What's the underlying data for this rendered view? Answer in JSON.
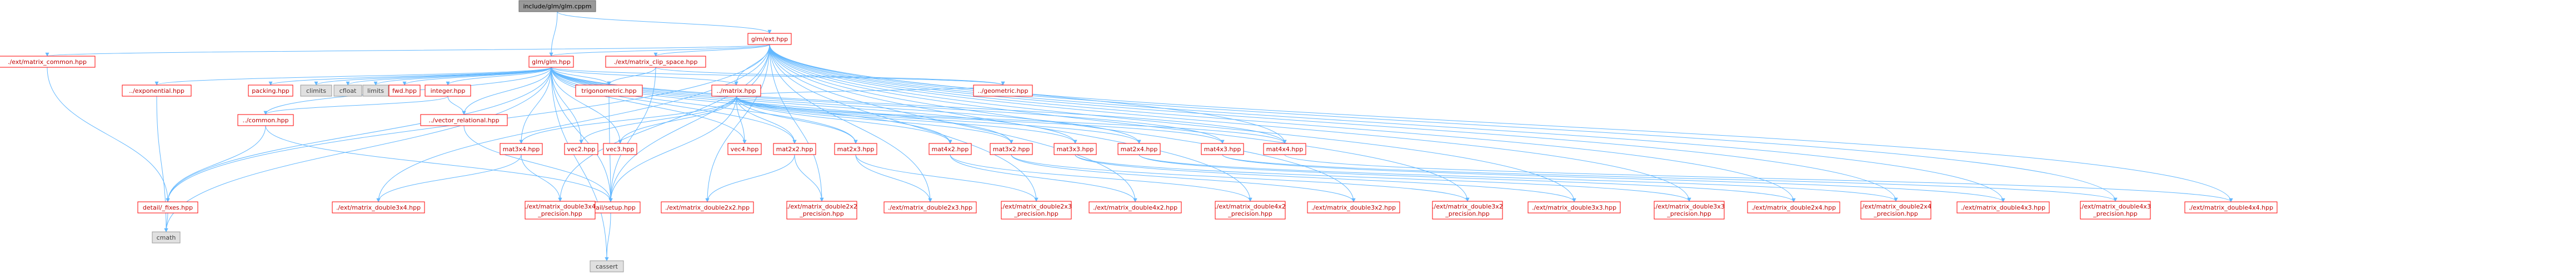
{
  "colors": {
    "edge": "#63b8ff",
    "node_fill": "#ffffff",
    "node_stroke_project": "#ff0000",
    "node_stroke_system": "#999999",
    "system_fill": "#e0e0e0",
    "root_fill": "#999999",
    "text_project": "#bf0000",
    "text_system": "#404040",
    "text_root": "#000000"
  },
  "nodes": [
    {
      "id": "root",
      "label": "include/glm/glm.cppm",
      "kind": "root"
    },
    {
      "id": "glmext",
      "label": "glm/ext.hpp",
      "kind": "project"
    },
    {
      "id": "glmglm",
      "label": "glm/glm.hpp",
      "kind": "project"
    },
    {
      "id": "emc",
      "label": "./ext/matrix_common.hpp",
      "kind": "project"
    },
    {
      "id": "emcs",
      "label": "./ext/matrix_clip_space.hpp",
      "kind": "project"
    },
    {
      "id": "exp",
      "label": "../exponential.hpp",
      "kind": "project"
    },
    {
      "id": "packing",
      "label": "packing.hpp",
      "kind": "project"
    },
    {
      "id": "climits",
      "label": "climits",
      "kind": "system"
    },
    {
      "id": "cfloat",
      "label": "cfloat",
      "kind": "system"
    },
    {
      "id": "limits",
      "label": "limits",
      "kind": "system"
    },
    {
      "id": "fwd",
      "label": "fwd.hpp",
      "kind": "project"
    },
    {
      "id": "integer",
      "label": "integer.hpp",
      "kind": "project"
    },
    {
      "id": "trig",
      "label": "trigonometric.hpp",
      "kind": "project"
    },
    {
      "id": "matrix",
      "label": "../matrix.hpp",
      "kind": "project"
    },
    {
      "id": "geometric",
      "label": "../geometric.hpp",
      "kind": "project"
    },
    {
      "id": "common",
      "label": "../common.hpp",
      "kind": "project"
    },
    {
      "id": "vecrel",
      "label": "../vector_relational.hpp",
      "kind": "project"
    },
    {
      "id": "mat3x4",
      "label": "mat3x4.hpp",
      "kind": "project"
    },
    {
      "id": "vec2",
      "label": "vec2.hpp",
      "kind": "project"
    },
    {
      "id": "vec3",
      "label": "vec3.hpp",
      "kind": "project"
    },
    {
      "id": "vec4",
      "label": "vec4.hpp",
      "kind": "project"
    },
    {
      "id": "mat2x2",
      "label": "mat2x2.hpp",
      "kind": "project"
    },
    {
      "id": "mat2x3",
      "label": "mat2x3.hpp",
      "kind": "project"
    },
    {
      "id": "mat4x2",
      "label": "mat4x2.hpp",
      "kind": "project"
    },
    {
      "id": "mat3x2",
      "label": "mat3x2.hpp",
      "kind": "project"
    },
    {
      "id": "mat3x3",
      "label": "mat3x3.hpp",
      "kind": "project"
    },
    {
      "id": "mat2x4",
      "label": "mat2x4.hpp",
      "kind": "project"
    },
    {
      "id": "mat4x3",
      "label": "mat4x3.hpp",
      "kind": "project"
    },
    {
      "id": "mat4x4",
      "label": "mat4x4.hpp",
      "kind": "project"
    },
    {
      "id": "fixes",
      "label": "detail/_fixes.hpp",
      "kind": "project"
    },
    {
      "id": "setup",
      "label": "detail/setup.hpp",
      "kind": "project"
    },
    {
      "id": "cmath",
      "label": "cmath",
      "kind": "system"
    },
    {
      "id": "cassert",
      "label": "cassert",
      "kind": "system"
    },
    {
      "id": "emd3x4",
      "label": "./ext/matrix_double3x4.hpp",
      "kind": "project"
    },
    {
      "id": "emd3x4p",
      "label": "./ext/matrix_double3x4_precision.hpp",
      "kind": "project"
    },
    {
      "id": "emd2x2",
      "label": "./ext/matrix_double2x2.hpp",
      "kind": "project"
    },
    {
      "id": "emd2x2p",
      "label": "./ext/matrix_double2x2_precision.hpp",
      "kind": "project"
    },
    {
      "id": "emd2x3",
      "label": "./ext/matrix_double2x3.hpp",
      "kind": "project"
    },
    {
      "id": "emd2x3p",
      "label": "./ext/matrix_double2x3_precision.hpp",
      "kind": "project"
    },
    {
      "id": "emd4x2",
      "label": "./ext/matrix_double4x2.hpp",
      "kind": "project"
    },
    {
      "id": "emd4x2p",
      "label": "./ext/matrix_double4x2_precision.hpp",
      "kind": "project"
    },
    {
      "id": "emd3x2",
      "label": "./ext/matrix_double3x2.hpp",
      "kind": "project"
    },
    {
      "id": "emd3x2p",
      "label": "./ext/matrix_double3x2_precision.hpp",
      "kind": "project"
    },
    {
      "id": "emd3x3",
      "label": "./ext/matrix_double3x3.hpp",
      "kind": "project"
    },
    {
      "id": "emd3x3p",
      "label": "./ext/matrix_double3x3_precision.hpp",
      "kind": "project"
    },
    {
      "id": "emd2x4",
      "label": "./ext/matrix_double2x4.hpp",
      "kind": "project"
    },
    {
      "id": "emd2x4p",
      "label": "./ext/matrix_double2x4_precision.hpp",
      "kind": "project"
    },
    {
      "id": "emd4x3",
      "label": "./ext/matrix_double4x3.hpp",
      "kind": "project"
    },
    {
      "id": "emd4x3p",
      "label": "./ext/matrix_double4x3_precision.hpp",
      "kind": "project"
    },
    {
      "id": "emd4x4",
      "label": "./ext/matrix_double4x4.hpp",
      "kind": "project"
    }
  ],
  "edges": [
    [
      "root",
      "glmext"
    ],
    [
      "root",
      "glmglm"
    ],
    [
      "glmext",
      "glmglm"
    ],
    [
      "glmext",
      "emc"
    ],
    [
      "glmext",
      "emcs"
    ],
    [
      "glmext",
      "matrix"
    ],
    [
      "glmext",
      "setup"
    ],
    [
      "glmext",
      "emd2x2"
    ],
    [
      "glmext",
      "emd2x2p"
    ],
    [
      "glmext",
      "emd2x3"
    ],
    [
      "glmext",
      "emd2x3p"
    ],
    [
      "glmext",
      "emd4x2"
    ],
    [
      "glmext",
      "emd4x2p"
    ],
    [
      "glmext",
      "emd3x2"
    ],
    [
      "glmext",
      "emd3x2p"
    ],
    [
      "glmext",
      "emd3x3"
    ],
    [
      "glmext",
      "emd3x3p"
    ],
    [
      "glmext",
      "emd2x4"
    ],
    [
      "glmext",
      "emd2x4p"
    ],
    [
      "glmext",
      "emd4x3"
    ],
    [
      "glmext",
      "emd4x3p"
    ],
    [
      "glmext",
      "emd4x4"
    ],
    [
      "glmext",
      "emd3x4"
    ],
    [
      "glmext",
      "emd3x4p"
    ],
    [
      "glmext",
      "mat4x4"
    ],
    [
      "glmext",
      "fixes"
    ],
    [
      "glmglm",
      "fixes"
    ],
    [
      "glmglm",
      "setup"
    ],
    [
      "glmglm",
      "cmath"
    ],
    [
      "glmglm",
      "climits"
    ],
    [
      "glmglm",
      "cfloat"
    ],
    [
      "glmglm",
      "limits"
    ],
    [
      "glmglm",
      "cassert"
    ],
    [
      "glmglm",
      "fwd"
    ],
    [
      "glmglm",
      "vec2"
    ],
    [
      "glmglm",
      "vec3"
    ],
    [
      "glmglm",
      "vec4"
    ],
    [
      "glmglm",
      "mat2x2"
    ],
    [
      "glmglm",
      "mat2x3"
    ],
    [
      "glmglm",
      "mat2x4"
    ],
    [
      "glmglm",
      "mat3x2"
    ],
    [
      "glmglm",
      "mat3x3"
    ],
    [
      "glmglm",
      "mat3x4"
    ],
    [
      "glmglm",
      "mat4x2"
    ],
    [
      "glmglm",
      "mat4x3"
    ],
    [
      "glmglm",
      "mat4x4"
    ],
    [
      "glmglm",
      "trig"
    ],
    [
      "glmglm",
      "exp"
    ],
    [
      "glmglm",
      "common"
    ],
    [
      "glmglm",
      "packing"
    ],
    [
      "glmglm",
      "geometric"
    ],
    [
      "glmglm",
      "matrix"
    ],
    [
      "glmglm",
      "vecrel"
    ],
    [
      "glmglm",
      "integer"
    ],
    [
      "emc",
      "fixes"
    ],
    [
      "emcs",
      "trig"
    ],
    [
      "emcs",
      "setup"
    ],
    [
      "emcs",
      "geometric"
    ],
    [
      "exp",
      "cmath"
    ],
    [
      "trig",
      "setup"
    ],
    [
      "integer",
      "common"
    ],
    [
      "integer",
      "vecrel"
    ],
    [
      "matrix",
      "geometric"
    ],
    [
      "matrix",
      "setup"
    ],
    [
      "matrix",
      "vec2"
    ],
    [
      "matrix",
      "vec3"
    ],
    [
      "matrix",
      "vec4"
    ],
    [
      "matrix",
      "mat2x2"
    ],
    [
      "matrix",
      "mat2x3"
    ],
    [
      "matrix",
      "mat2x4"
    ],
    [
      "matrix",
      "mat3x2"
    ],
    [
      "matrix",
      "mat3x3"
    ],
    [
      "matrix",
      "mat3x4"
    ],
    [
      "matrix",
      "mat4x2"
    ],
    [
      "matrix",
      "mat4x3"
    ],
    [
      "matrix",
      "mat4x4"
    ],
    [
      "common",
      "fixes"
    ],
    [
      "common",
      "setup"
    ],
    [
      "vecrel",
      "setup"
    ],
    [
      "fixes",
      "cmath"
    ],
    [
      "setup",
      "cassert"
    ],
    [
      "mat3x4",
      "emd3x4"
    ],
    [
      "mat3x4",
      "emd3x4p"
    ],
    [
      "mat2x2",
      "emd2x2"
    ],
    [
      "mat2x2",
      "emd2x2p"
    ],
    [
      "mat2x3",
      "emd2x3"
    ],
    [
      "mat2x3",
      "emd2x3p"
    ],
    [
      "mat4x2",
      "emd4x2"
    ],
    [
      "mat4x2",
      "emd4x2p"
    ],
    [
      "mat3x2",
      "emd3x2"
    ],
    [
      "mat3x2",
      "emd3x2p"
    ],
    [
      "mat3x3",
      "emd3x3"
    ],
    [
      "mat3x3",
      "emd3x3p"
    ],
    [
      "mat2x4",
      "emd2x4"
    ],
    [
      "mat2x4",
      "emd2x4p"
    ],
    [
      "mat4x3",
      "emd4x3"
    ],
    [
      "mat4x3",
      "emd4x3p"
    ],
    [
      "mat4x4",
      "emd4x4"
    ]
  ]
}
